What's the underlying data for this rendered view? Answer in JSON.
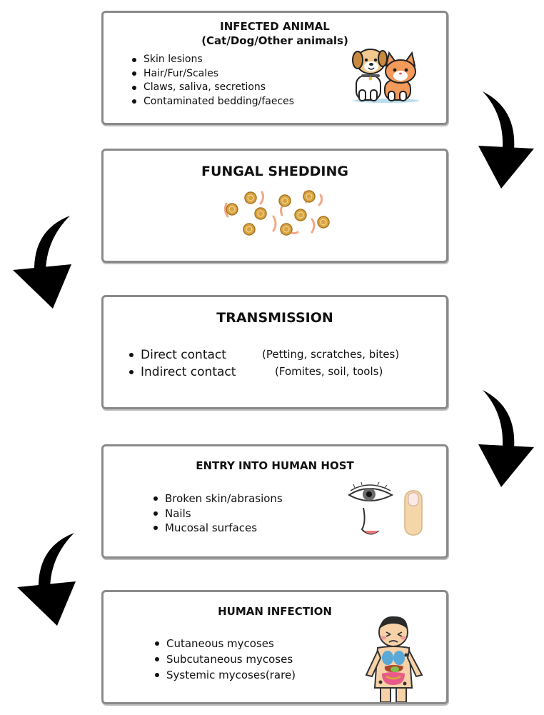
{
  "steps": [
    {
      "title": "INFECTED ANIMAL",
      "subtitle": "(Cat/Dog/Other animals)",
      "items": [
        "Skin lesions",
        "Hair/Fur/Scales",
        "Claws, saliva, secretions",
        "Contaminated bedding/faeces"
      ],
      "illustration": "dog-and-cat-icon"
    },
    {
      "title": "FUNGAL SHEDDING",
      "illustration": "fungal-spores-icon"
    },
    {
      "title": "TRANSMISSION",
      "items": [
        {
          "label": "Direct contact",
          "note": "(Petting, scratches, bites)"
        },
        {
          "label": "Indirect contact",
          "note": "(Fomites, soil, tools)"
        }
      ]
    },
    {
      "title": "ENTRY INTO HUMAN HOST",
      "items": [
        "Broken skin/abrasions",
        "Nails",
        "Mucosal surfaces"
      ],
      "illustration": "eye-nose-finger-icon"
    },
    {
      "title": "HUMAN INFECTION",
      "items": [
        "Cutaneous mycoses",
        "Subcutaneous mycoses",
        "Systemic mycoses(rare)"
      ],
      "illustration": "sick-child-organs-icon"
    }
  ],
  "colors": {
    "border": "#8a8a8a",
    "arrow": "#000000",
    "spore": "#d9a441",
    "hypha": "#f2a98a"
  }
}
